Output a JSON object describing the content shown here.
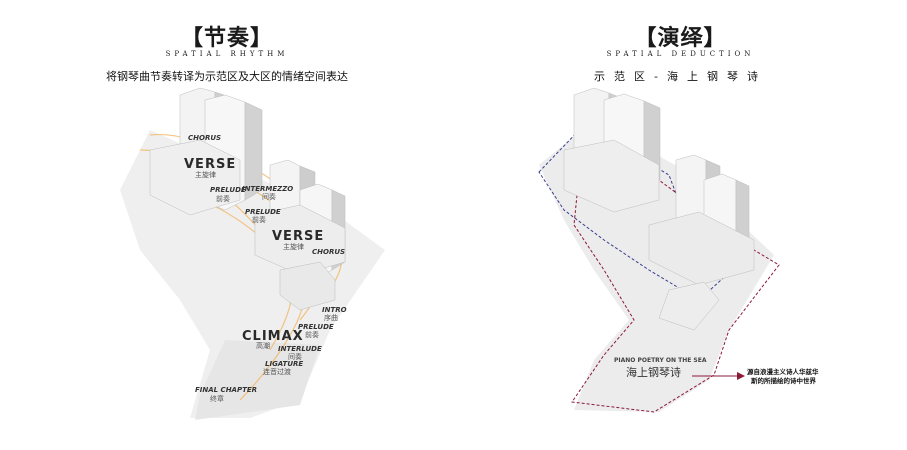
{
  "left": {
    "title": "【节奏】",
    "subtitle_en": "SPATIAL RHYTHM",
    "subtitle_cn": "将钢琴曲节奏转译为示范区及大区的情绪空间表达",
    "labels": {
      "chorus1": "CHORUS",
      "verse1": "VERSE",
      "verse1_cn": "主旋律",
      "prelude1": "PRELUDE",
      "prelude1_cn": "前奏",
      "intermezzo": "INTERMEZZO",
      "intermezzo_cn": "间奏",
      "prelude2": "PRELUDE",
      "prelude2_cn": "前奏",
      "verse2": "VERSE",
      "verse2_cn": "主旋律",
      "chorus2": "CHORUS",
      "intro": "INTRO",
      "intro_cn": "序曲",
      "prelude3": "PRELUDE",
      "prelude3_cn": "前奏",
      "climax": "CLIMAX",
      "climax_cn": "高潮",
      "interlude": "INTERLUDE",
      "interlude_cn": "间奏",
      "ligature": "LIGATURE",
      "ligature_cn": "连音过渡",
      "final": "FINAL CHAPTER",
      "final_cn": "终章"
    }
  },
  "right": {
    "title": "【演绎】",
    "subtitle_en": "SPATIAL DEDUCTION",
    "subtitle_cn": "示范区-海上钢琴诗",
    "piano_en": "PIANO POETRY ON THE SEA",
    "piano_cn": "海上钢琴诗",
    "note_line1": "源自浪漫主义诗人华兹华",
    "note_line2": "斯的所描绘的诗中世界"
  },
  "colors": {
    "accent_red": "#8b1a3a",
    "accent_blue": "#3a3f8f",
    "flow_orange": "#f2b35a"
  }
}
